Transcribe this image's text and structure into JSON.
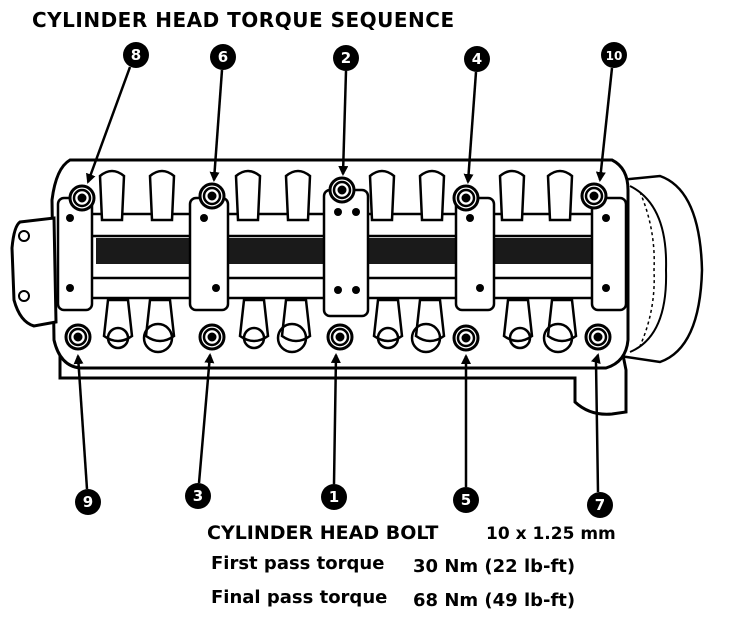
{
  "title": "CYLINDER HEAD TORQUE SEQUENCE",
  "bolts": [
    {
      "seq": "1"
    },
    {
      "seq": "2"
    },
    {
      "seq": "3"
    },
    {
      "seq": "4"
    },
    {
      "seq": "5"
    },
    {
      "seq": "6"
    },
    {
      "seq": "7"
    },
    {
      "seq": "8"
    },
    {
      "seq": "9"
    },
    {
      "seq": "10"
    }
  ],
  "spec": {
    "title": "CYLINDER HEAD BOLT",
    "size": "10 x 1.25 mm",
    "rows": [
      {
        "label": "First pass torque",
        "value": "30 Nm (22 lb-ft)"
      },
      {
        "label": "Final pass torque",
        "value": "68 Nm (49 lb-ft)"
      }
    ]
  }
}
